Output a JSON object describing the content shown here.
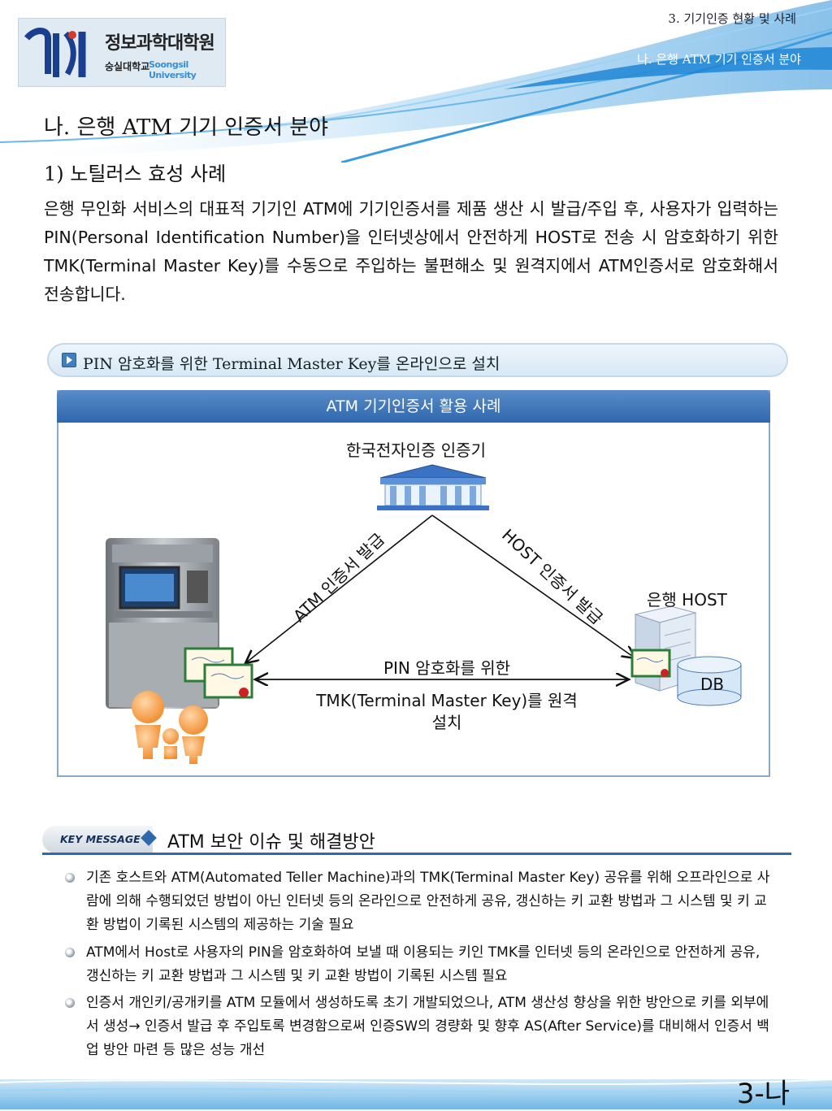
{
  "header": {
    "logo_korean": "정보과학대학원",
    "logo_school_ko": "숭실대학교",
    "logo_school_en": "Soongsil University",
    "section": "3. 기기인증 현황 및 사례",
    "subsection": "나. 은행 ATM 기기 인증서 분야"
  },
  "title": "나. 은행 ATM 기기 인증서 분야",
  "subtitle": "1) 노틸러스 효성 사례",
  "intro": "은행 무인화 서비스의 대표적 기기인 ATM에 기기인증서를 제품 생산 시 발급/주입 후, 사용자가 입력하는 PIN(Personal Identification Number)을 인터넷상에서 안전하게 HOST로 전송 시 암호화하기 위한 TMK(Terminal Master Key)를 수동으로 주입하는 불편해소 및 원격지에서 ATM인증서로 암호화해서 전송합니다.",
  "section_bar": "PIN 암호화를 위한 Terminal Master Key를 온라인으로 설치",
  "diagram": {
    "header": "ATM 기기인증서 활용 사례",
    "ca_label": "한국전자인증 인증기",
    "host_label": "은행 HOST",
    "db_label": "DB",
    "atm_issue": "ATM 인증서 발급",
    "host_issue": "HOST 인증서 발급",
    "pin_line1": "PIN 암호화를 위한",
    "pin_line2": "TMK(Terminal Master Key)를 원격",
    "pin_line3": "설치"
  },
  "key_message": {
    "tag": "KEY MESSAGE",
    "title": "ATM 보안 이슈 및 해결방안",
    "bullets": [
      "기존 호스트와 ATM(Automated Teller Machine)과의 TMK(Terminal Master Key) 공유를 위해 오프라인으로 사람에 의해 수행되었던 방법이 아닌 인터넷 등의 온라인으로 안전하게 공유, 갱신하는 키 교환 방법과 그 시스템 및 키 교환 방법이 기록된 시스템의 제공하는 기술 필요",
      "ATM에서 Host로 사용자의 PIN을 암호화하여 보낼 때 이용되는 키인 TMK를 인터넷 등의 온라인으로 안전하게 공유, 갱신하는 키 교환 방법과 그 시스템 및 키 교환 방법이 기록된 시스템 필요",
      "인증서 개인키/공개키를 ATM 모듈에서 생성하도록 초기 개발되었으나, ATM 생산성 향상을 위한 방안으로 키를 외부에서 생성→ 인증서 발급 후 주입토록 변경함으로써 인증SW의 경량화 및 향후 AS(After Service)를 대비해서 인증서 백업 방안 마련  등 많은 성능 개선"
    ]
  },
  "page_number": "3-나",
  "colors": {
    "accent_blue": "#2f68ad",
    "header_wave": "#4aa3e0"
  }
}
